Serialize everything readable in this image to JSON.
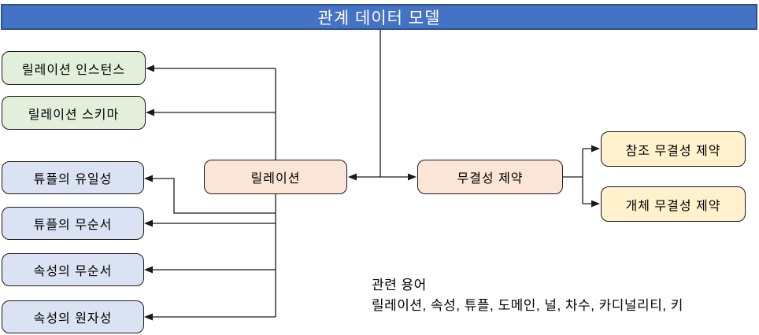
{
  "title_bar": {
    "text": "관계 데이터 모델"
  },
  "nodes": {
    "relation": {
      "label": "릴레이션"
    },
    "integrity": {
      "label": "무결성 제약"
    },
    "green": [
      {
        "label": "릴레이션 인스턴스"
      },
      {
        "label": "릴레이션 스키마"
      }
    ],
    "blue": [
      {
        "label": "튜플의 유일성"
      },
      {
        "label": "튜플의 무순서"
      },
      {
        "label": "속성의 무순서"
      },
      {
        "label": "속성의 원자성"
      }
    ],
    "yellow": [
      {
        "label": "참조 무결성 제약"
      },
      {
        "label": "개체 무결성 제약"
      }
    ]
  },
  "footer": {
    "heading": "관련 용어",
    "terms": "릴레이션, 속성, 튜플, 도메인, 널, 차수, 카디널리티, 키"
  },
  "colors": {
    "title_bg": "#4472C4",
    "title_border": "#2F528F",
    "title_text": "#FFFFFF",
    "green_fill": "#E2EFDA",
    "blue_fill": "#DAE3F3",
    "peach_fill": "#FBE5D6",
    "yellow_fill": "#FFF2CC",
    "line": "#1A1A1A",
    "text": "#000000"
  }
}
